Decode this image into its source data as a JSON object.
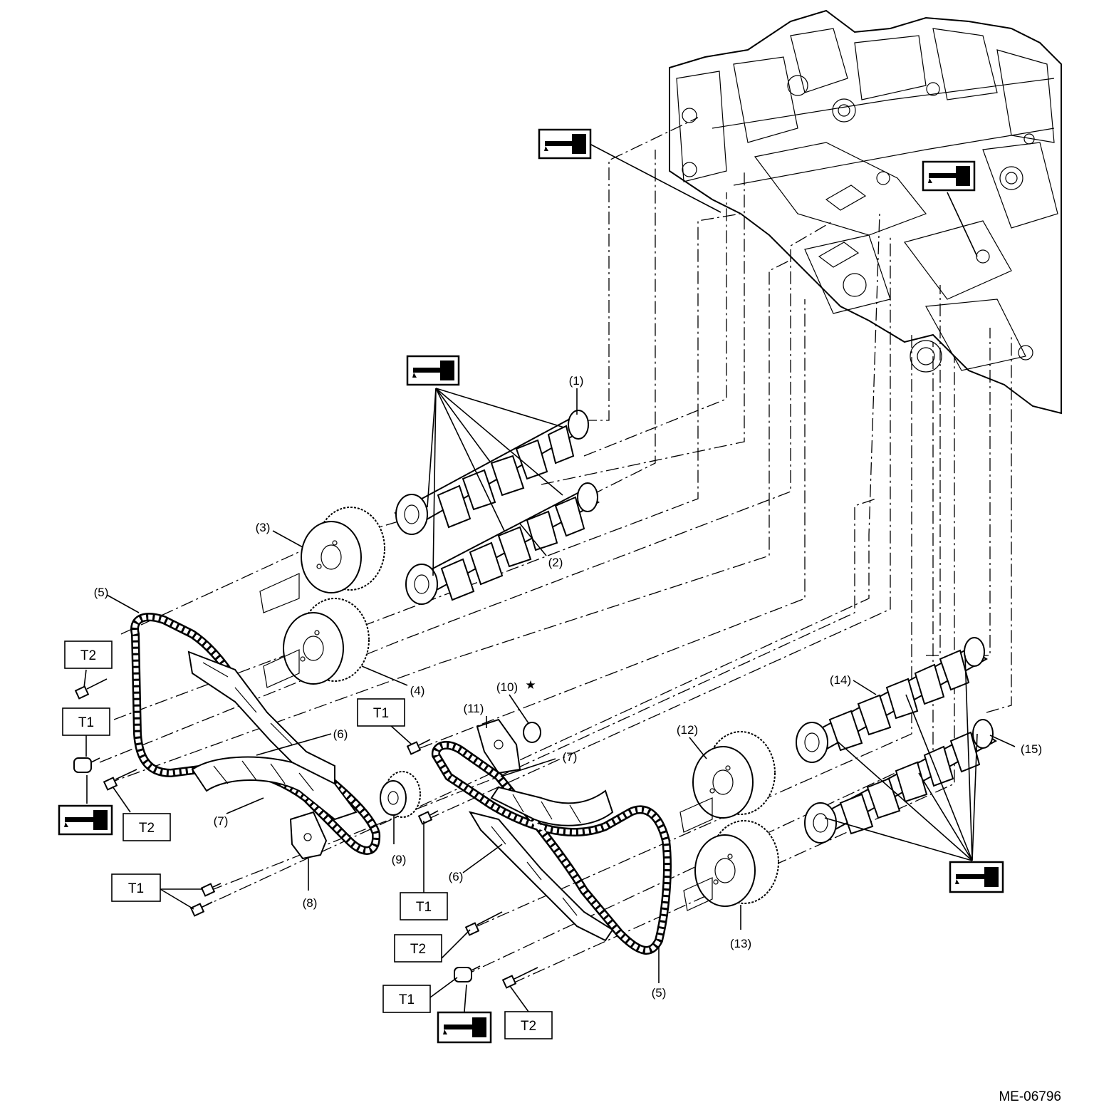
{
  "diagram": {
    "reference_code": "ME-06796",
    "part_labels": {
      "p1": "(1)",
      "p2": "(2)",
      "p3": "(3)",
      "p4": "(4)",
      "p5a": "(5)",
      "p5b": "(5)",
      "p6a": "(6)",
      "p6b": "(6)",
      "p7a": "(7)",
      "p7b": "(7)",
      "p8": "(8)",
      "p9": "(9)",
      "p10": "(10)",
      "p11": "(11)",
      "p12": "(12)",
      "p13": "(13)",
      "p14": "(14)",
      "p15": "(15)"
    },
    "star_symbol": "★",
    "torque_labels": {
      "t2_a": "T2",
      "t1_a": "T1",
      "t2_b": "T2",
      "t1_b": "T1",
      "t1_c": "T1",
      "t1_d": "T1",
      "t2_c": "T2",
      "t1_e": "T1",
      "t2_d": "T2"
    },
    "icons": [
      "oil-can-icon",
      "oil-can-icon",
      "oil-can-icon",
      "oil-can-icon",
      "oil-can-icon",
      "oil-can-icon"
    ]
  }
}
